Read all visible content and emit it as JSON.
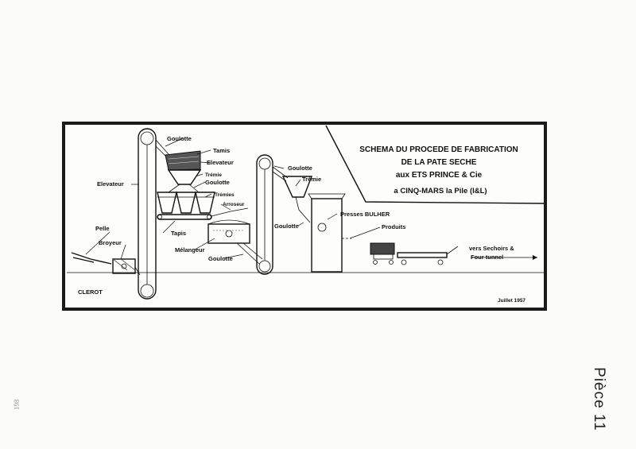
{
  "title": {
    "line1": "SCHEMA DU PROCEDE DE FABRICATION",
    "line2": "DE LA PATE SECHE",
    "line3": "aux ETS PRINCE & Cie",
    "line4": "a CINQ-MARS la Pile (I&L)"
  },
  "labels": {
    "goulotte_top": "Goulotte",
    "tamis": "Tamis",
    "elevateur_top": "Elevateur",
    "tremie_top": "Trémie",
    "goulotte_mid": "Goulotte",
    "tremies": "Trémies",
    "arroseur": "Arroseur",
    "elevateur_left": "Elevateur",
    "pelle": "Pelle",
    "broyeur": "Broyeur",
    "tapis": "Tapis",
    "melangeur": "Mélangeur",
    "goulotte_low": "Goulotte",
    "goulotte_right": "Goulotte",
    "tremie_right": "Trémie",
    "goulotte_side": "Goulotte",
    "presses": "Presses BULHER",
    "produits": "Produits",
    "vers_sechoirs": "vers Sechoirs &",
    "four_tunnel": "Four tunnel"
  },
  "signature": "CLEROT",
  "date": "Juillet 1957",
  "piece": "Pièce 11",
  "margin_note": "198"
}
